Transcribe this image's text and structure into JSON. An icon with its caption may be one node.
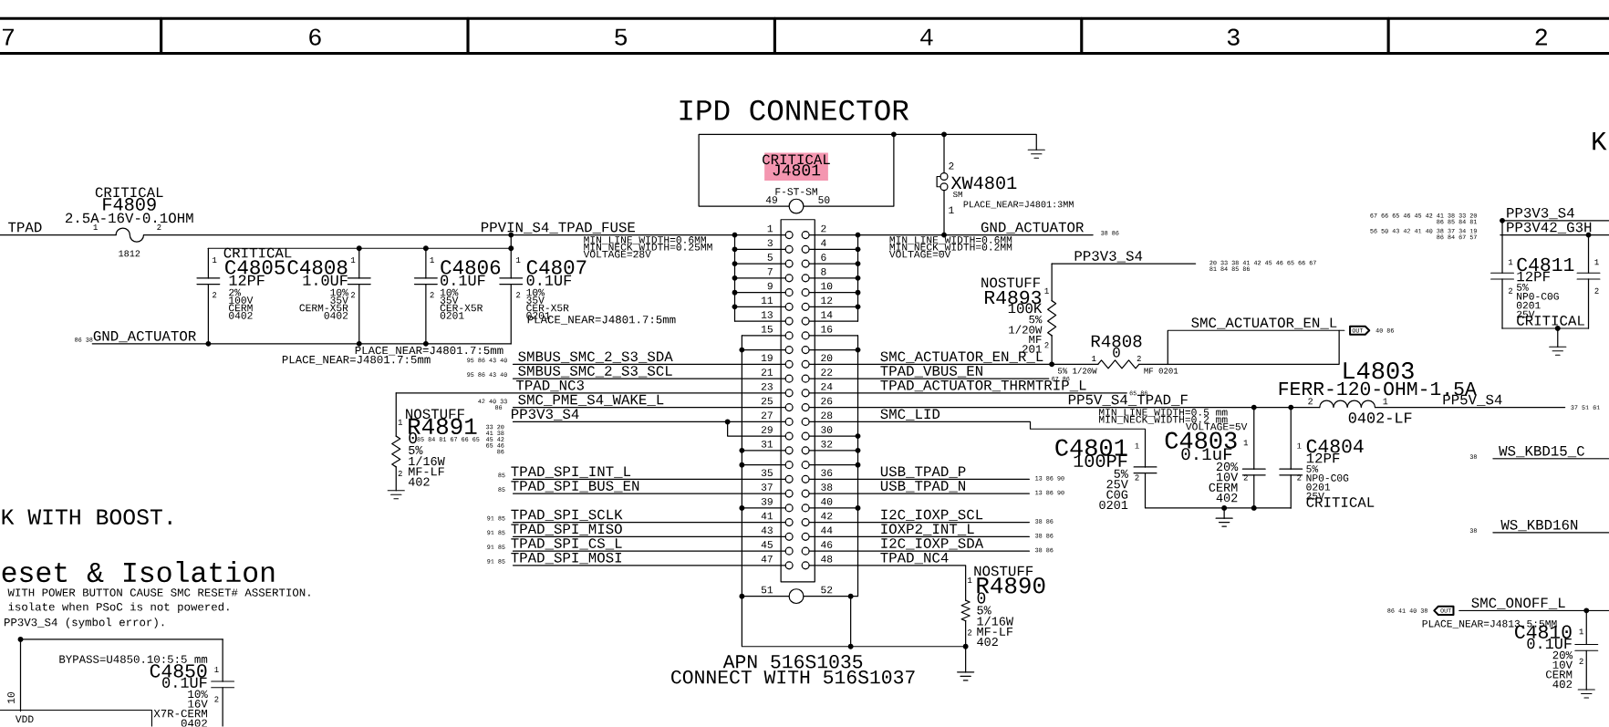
{
  "diagram": {
    "title": "IPD CONNECTOR",
    "nodes": [
      {
        "text": [
          "CRITICAL",
          "J4801",
          "F-ST-SM",
          "49",
          "50"
        ]
      },
      {
        "text": [
          "OUT"
        ]
      },
      {
        "text": [
          "OUT"
        ]
      },
      {
        "text": [
          "VDD"
        ]
      }
    ],
    "labels": [
      "7",
      "6",
      "5",
      "4",
      "3",
      "2",
      "K",
      "CRITICAL",
      "F4809",
      "2.5A-16V-0.1OHM",
      "TPAD",
      "1",
      "2",
      "1812",
      "PPVIN_S4_TPAD_FUSE",
      "MIN_LINE_WIDTH=0.6MM",
      "MIN_NECK_WIDTH=0.25MM",
      "VOLTAGE=28V",
      "CRITICAL",
      "C4805",
      "12PF",
      "2% 100V CERM 0402",
      "C4808",
      "1.0UF",
      "10% 35V CERM-X5R 0402",
      "C4806",
      "0.1UF",
      "10% 35V CER-X5R 0201",
      "C4807",
      "0.1UF",
      "10% 35V CER-X5R 0201",
      "PLACE_NEAR=J4801.7:5mm",
      "1",
      "2",
      "1",
      "2",
      "1",
      "2",
      "1",
      "2",
      "86 38",
      "GND_ACTUATOR",
      "PLACE_NEAR=J4801.7:5mm",
      "PLACE_NEAR=J4801.7:5mm",
      "2",
      "XW4801",
      "SM",
      "1",
      "PLACE_NEAR=J4801:3MM",
      "GND_ACTUATOR",
      "38 86",
      "MIN_LINE_WIDTH=0.6MM",
      "MIN_NECK_WIDTH=0.2MM",
      "VOLTAGE=0V",
      "1",
      "2",
      "3",
      "4",
      "5",
      "6",
      "7",
      "8",
      "9",
      "10",
      "11",
      "12",
      "13",
      "14",
      "15",
      "16",
      "19",
      "20",
      "21",
      "22",
      "23",
      "24",
      "25",
      "26",
      "27",
      "28",
      "29",
      "30",
      "31",
      "32",
      "35",
      "36",
      "37",
      "38",
      "39",
      "40",
      "41",
      "42",
      "43",
      "44",
      "45",
      "46",
      "47",
      "48",
      "51",
      "52",
      "95 86 43 40",
      "SMBUS_SMC_2_S3_SDA",
      "SMC_ACTUATOR_EN_R_L",
      "95 86 43 40",
      "SMBUS_SMC_2_S3_SCL",
      "TPAD_VBUS_EN",
      "67 86",
      "TPAD_NC3",
      "TPAD_ACTUATOR_THRMTRIP_L",
      "65 86",
      "42 40 33",
      "86",
      "SMC_PME_S4_WAKE_L",
      "PP5V_S4_TPAD_F",
      "PP3V3_S4",
      "SMC_LID",
      "33 20",
      "41 38",
      "45 42",
      "65 46",
      "86",
      "85 84 81 67 66 65",
      "NOSTUFF",
      "1",
      "R4891",
      "0",
      "5% 1/16W MF-LF 402",
      "2",
      "K WITH BOOST.",
      "eset & Isolation",
      "WITH POWER BUTTON CAUSE SMC RESET# ASSERTION.",
      "isolate when PSoC is not powered.",
      "PP3V3_S4 (symbol error).",
      "BYPASS=U4850.10:5:5 mm",
      "C4850",
      "1",
      "0.1UF",
      "10% 16V X7R-CERM 0402",
      "2",
      "10",
      "85",
      "TPAD_SPI_INT_L",
      "USB_TPAD_P",
      "13 86 90",
      "85",
      "TPAD_SPI_BUS_EN",
      "USB_TPAD_N",
      "13 86 90",
      "91 85",
      "TPAD_SPI_SCLK",
      "I2C_IOXP_SCL",
      "38 86",
      "91 85",
      "TPAD_SPI_MISO",
      "IOXP2_INT_L",
      "38 86",
      "91 85",
      "TPAD_SPI_CS_L",
      "I2C_IOXP_SDA",
      "38 86",
      "91 85",
      "TPAD_SPI_MOSI",
      "TPAD_NC4",
      "NOSTUFF",
      "1",
      "R4890",
      "0",
      "5% 1/16W MF-LF 402",
      "2",
      "APN 516S1035",
      "CONNECT WITH 516S1037",
      "PP3V3_S4",
      "20 33 38 41 42 45 46 65 66 67",
      "81 84 85 86",
      "NOSTUFF",
      "R4893",
      "1",
      "100K",
      "5% 1/20W MF 201",
      "2",
      "R4808",
      "0",
      "1",
      "2",
      "5% 1/20W",
      "MF 0201",
      "SMC_ACTUATOR_EN_L",
      "40 86",
      "L4803",
      "FERR-120-OHM-1.5A",
      "2",
      "1",
      "0402-LF",
      "PP5V_S4",
      "37 51 61",
      "MIN_LINE_WIDTH=0.5 mm",
      "MIN_NECK_WIDTH=0.2 mm",
      "VOLTAGE=5V",
      "C4801",
      "1",
      "100PF",
      "5% 25V C0G 0201",
      "2",
      "C4803",
      "1",
      "0.1uF",
      "20% 10V CERM 402",
      "2",
      "1",
      "C4804",
      "12PF",
      "5% NP0-C0G 0201 25V",
      "2",
      "CRITICAL",
      "67 66 65 46 45 42 41 38 33 20",
      "86 85 84 81",
      "PP3V3_S4",
      "56 50 43 42 41 40 38 37 34 19",
      "86 84 67 57",
      "PP3V42_G3H",
      "1",
      "C4811",
      "12PF",
      "5% NP0-C0G 0201 25V",
      "2",
      "CRITICAL",
      "1",
      "2",
      "38",
      "WS_KBD15_C",
      "38",
      "WS_KBD16N",
      "86 41 40 38",
      "SMC_ONOFF_L",
      "PLACE_NEAR=J4813.5:5MM",
      "C4810",
      "1",
      "0.1UF",
      "20% 10V CERM 402",
      "2"
    ]
  }
}
